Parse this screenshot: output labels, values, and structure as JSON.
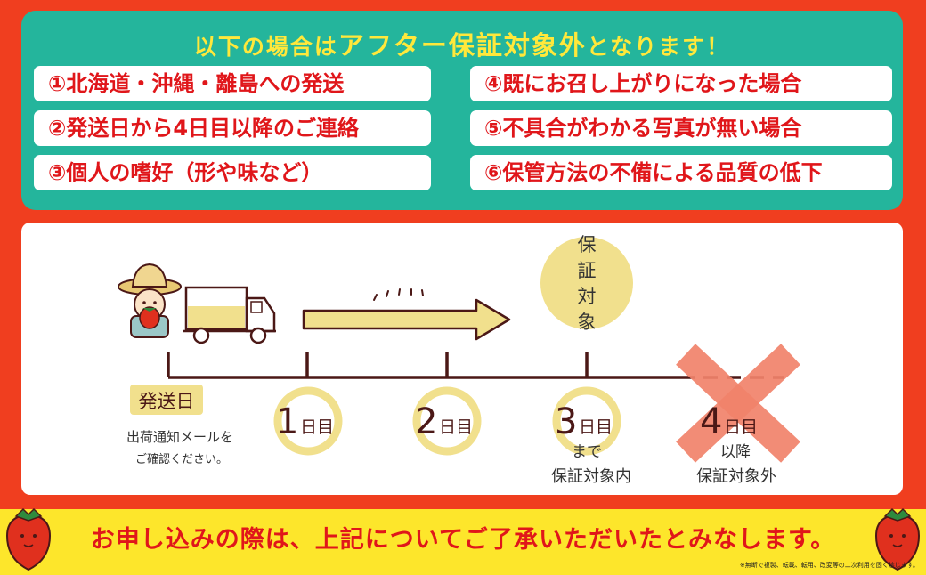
{
  "header": {
    "prefix": "以下の場合は",
    "emphasis": "アフター保証対象外",
    "suffix": "となります！"
  },
  "conditions": [
    "①北海道・沖縄・離島への発送",
    "②発送日から4日目以降のご連絡",
    "③個人の嗜好（形や味など）",
    "④既にお召し上がりになった場合",
    "⑤不具合がわかる写真が無い場合",
    "⑥保管方法の不備による品質の低下"
  ],
  "timeline": {
    "ship_day": "発送日",
    "ship_note_line1": "出荷通知メールを",
    "ship_note_line2": "ご確認ください。",
    "guarantee_badge": [
      "保",
      "証",
      "対",
      "象"
    ],
    "days": [
      {
        "num": "1",
        "unit": "日目"
      },
      {
        "num": "2",
        "unit": "日目"
      },
      {
        "num": "3",
        "unit": "日目"
      },
      {
        "num": "4",
        "unit": "日目"
      }
    ],
    "day3_line1": "まで",
    "day3_line2": "保証対象内",
    "day4_line1": "以降",
    "day4_line2": "保証対象外"
  },
  "footer": {
    "message": "お申し込みの際は、上記についてご了承いただいたとみなします。",
    "copyright_note": "※無断で複製、転載、転用、改変等の二次利用を固く禁じます。"
  },
  "colors": {
    "background": "#f03e1f",
    "top_panel": "#24b59c",
    "title_yellow": "#ffe83b",
    "condition_text": "#e0161a",
    "timeline_dark": "#4b1816",
    "badge_yellow": "#f1e08d",
    "cross": "#f1836b",
    "footer_band": "#fde62b"
  }
}
